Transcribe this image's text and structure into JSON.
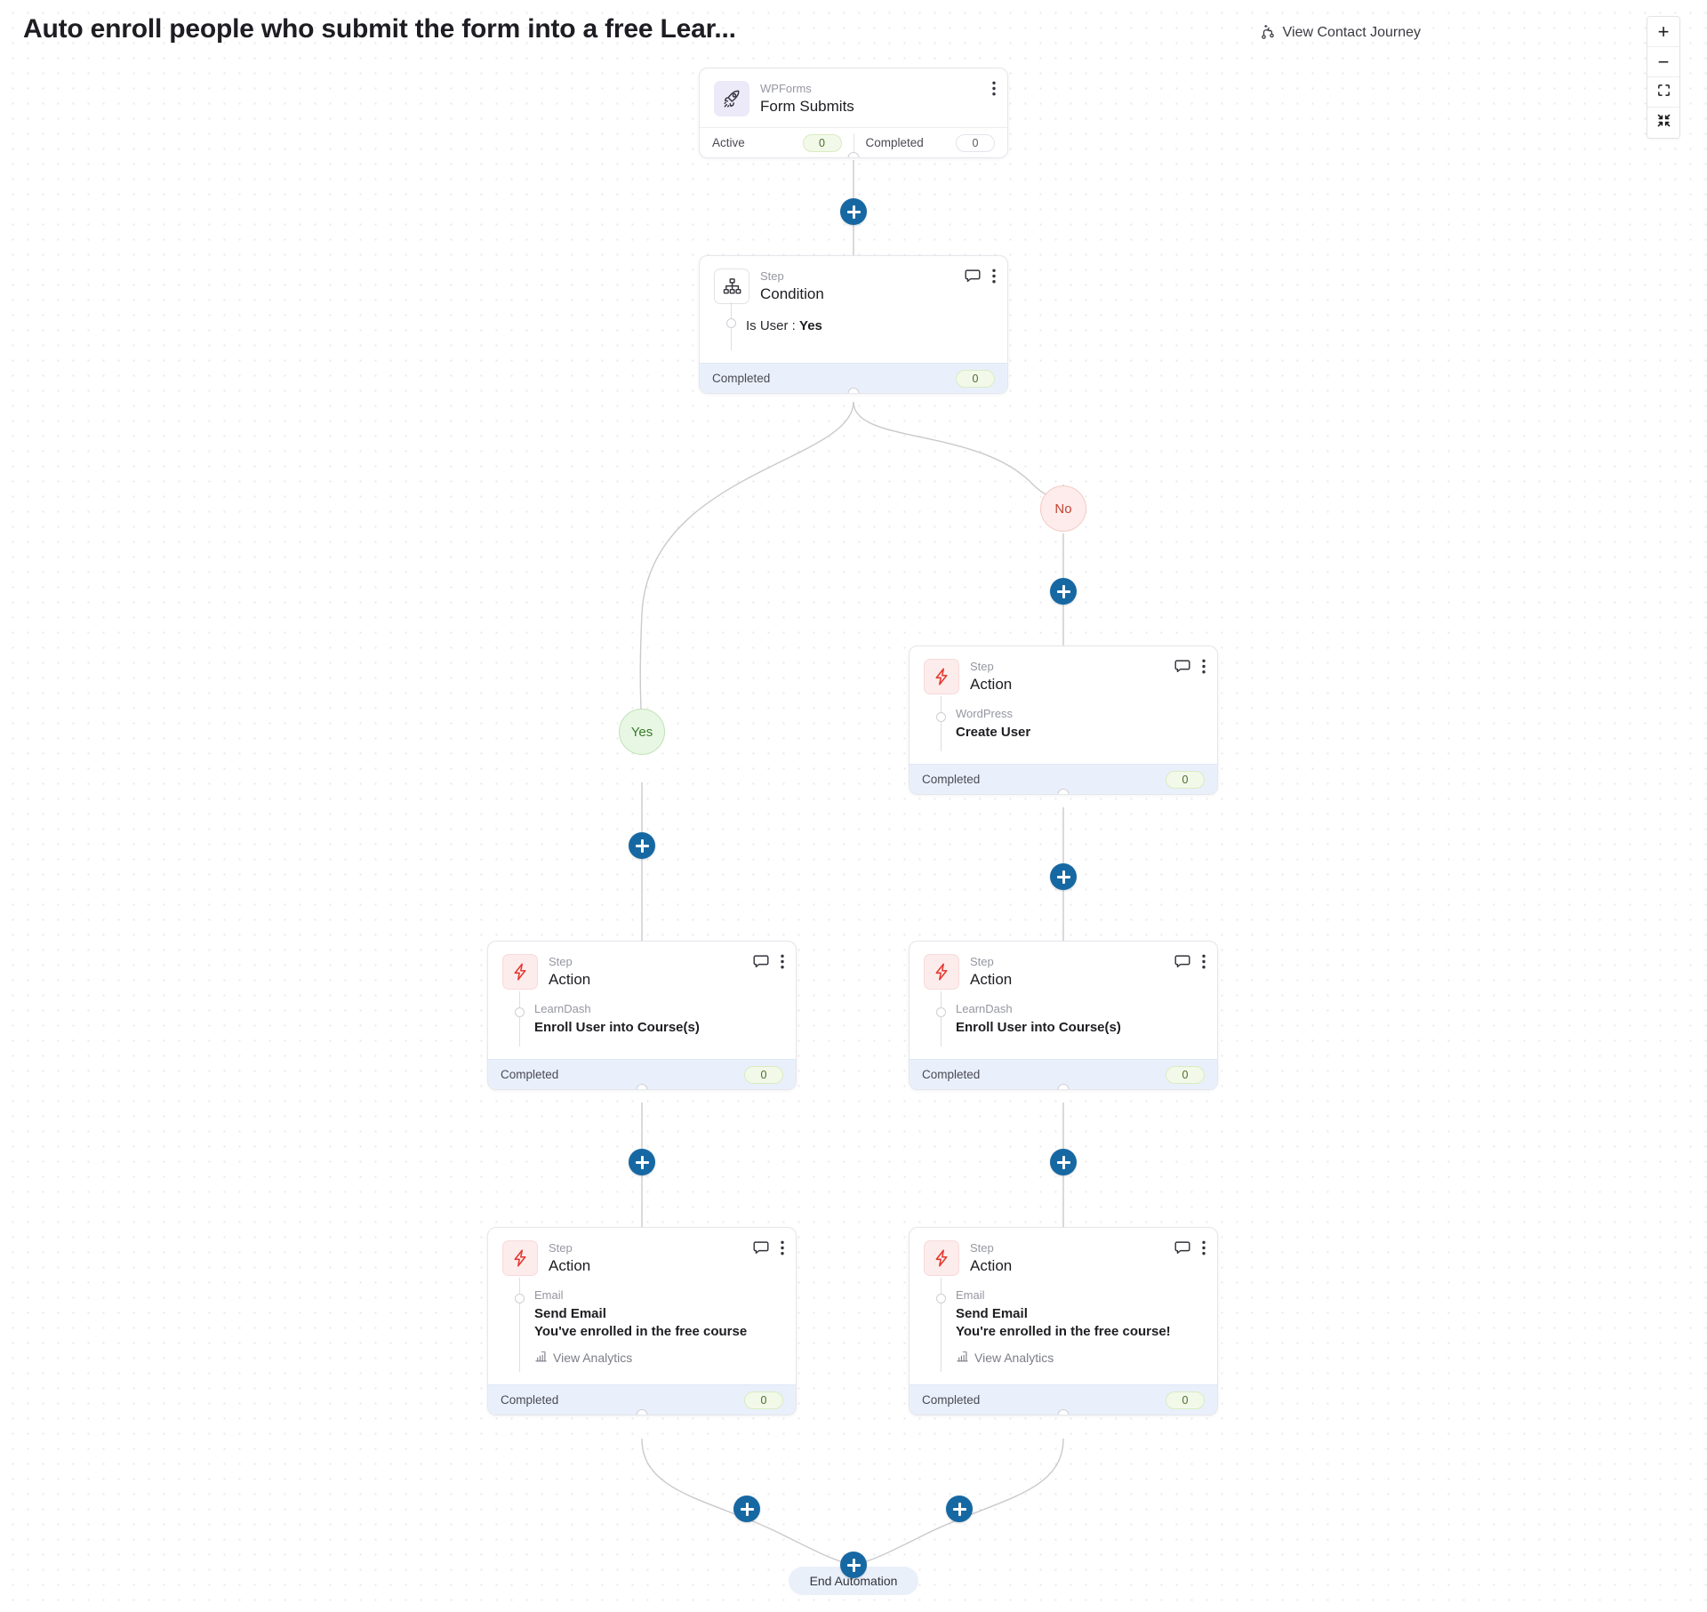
{
  "header": {
    "title": "Auto enroll people who submit the form into a free Lear...",
    "view_journey_label": "View Contact Journey",
    "view_journey_icon": "branch-journey-icon",
    "zoom_in_label": "+",
    "zoom_out_label": "−",
    "fit_view_icon": "fit-view-icon",
    "center_view_icon": "center-view-icon"
  },
  "colors": {
    "accent_blue": "#1668a3",
    "footer_blue": "#e9f0fb",
    "badge_green_bg": "#f2f9e9",
    "badge_green_text": "#4c6b2c",
    "yes_green": "#3c7a2c",
    "no_red": "#bf4337",
    "action_icon_bg": "#fdecec",
    "trigger_icon_bg": "#eceaf9",
    "canvas_bg": "#ffffff",
    "dot_grid": "#e9e9ec"
  },
  "nodes": {
    "trigger": {
      "icon": "rocket-icon",
      "kicker": "WPForms",
      "title": "Form Submits",
      "menu_icon": "more-vertical-icon",
      "footer": {
        "active_label": "Active",
        "active_count": "0",
        "completed_label": "Completed",
        "completed_count": "0"
      }
    },
    "condition": {
      "icon": "sitemap-icon",
      "kicker": "Step",
      "title": "Condition",
      "comment_icon": "comment-icon",
      "menu_icon": "more-vertical-icon",
      "rule_label": "Is User :",
      "rule_value": "Yes",
      "footer": {
        "label": "Completed",
        "count": "0"
      }
    },
    "create_user": {
      "icon": "lightning-icon",
      "kicker": "Step",
      "title": "Action",
      "comment_icon": "comment-icon",
      "menu_icon": "more-vertical-icon",
      "sub_kicker": "WordPress",
      "sub_title": "Create User",
      "footer": {
        "label": "Completed",
        "count": "0"
      }
    },
    "enroll_yes": {
      "icon": "lightning-icon",
      "kicker": "Step",
      "title": "Action",
      "comment_icon": "comment-icon",
      "menu_icon": "more-vertical-icon",
      "sub_kicker": "LearnDash",
      "sub_title": "Enroll User into Course(s)",
      "footer": {
        "label": "Completed",
        "count": "0"
      }
    },
    "enroll_no": {
      "icon": "lightning-icon",
      "kicker": "Step",
      "title": "Action",
      "comment_icon": "comment-icon",
      "menu_icon": "more-vertical-icon",
      "sub_kicker": "LearnDash",
      "sub_title": "Enroll User into Course(s)",
      "footer": {
        "label": "Completed",
        "count": "0"
      }
    },
    "email_yes": {
      "icon": "lightning-icon",
      "kicker": "Step",
      "title": "Action",
      "comment_icon": "comment-icon",
      "menu_icon": "more-vertical-icon",
      "sub_kicker": "Email",
      "sub_title": "Send Email",
      "sub_subject": "You've enrolled in the free course",
      "analytics_label": "View Analytics",
      "analytics_icon": "bar-chart-icon",
      "footer": {
        "label": "Completed",
        "count": "0"
      }
    },
    "email_no": {
      "icon": "lightning-icon",
      "kicker": "Step",
      "title": "Action",
      "comment_icon": "comment-icon",
      "menu_icon": "more-vertical-icon",
      "sub_kicker": "Email",
      "sub_title": "Send Email",
      "sub_subject": "You're enrolled in the free course!",
      "analytics_label": "View Analytics",
      "analytics_icon": "bar-chart-icon",
      "footer": {
        "label": "Completed",
        "count": "0"
      }
    }
  },
  "branches": {
    "yes_label": "Yes",
    "no_label": "No"
  },
  "end": {
    "label": "End Automation"
  },
  "add_buttons": {
    "label": "+"
  }
}
